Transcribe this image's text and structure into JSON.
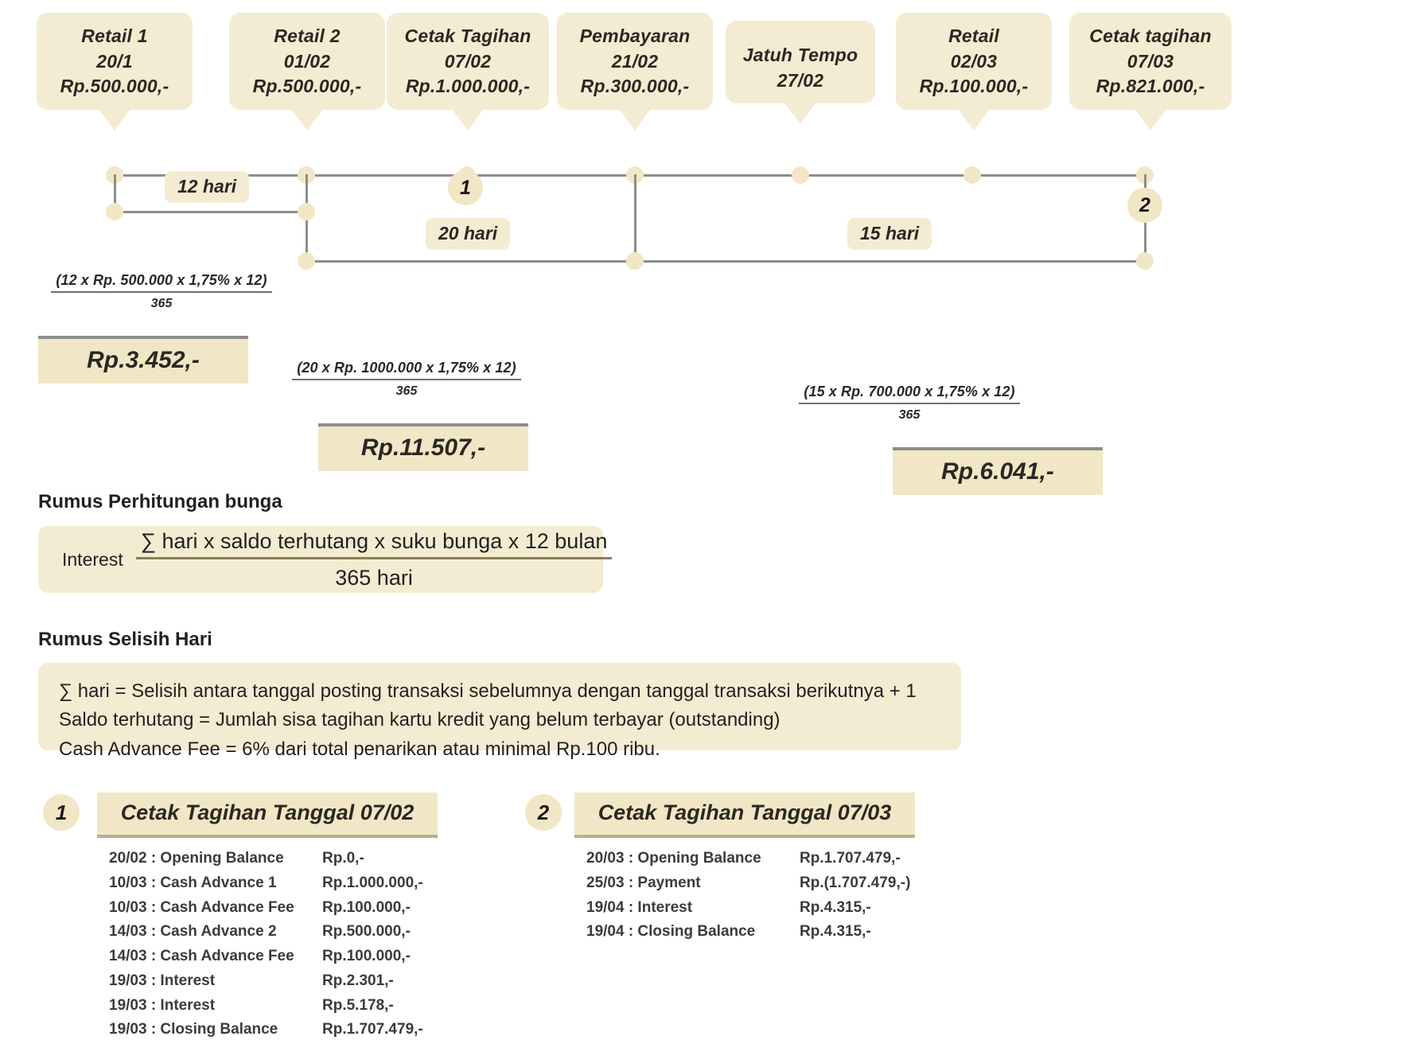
{
  "theme": {
    "bubble_bg": "#f3ecd2",
    "node_bg": "#f1e7c6",
    "line": "#8d8d8d",
    "text": "#231f20",
    "page_bg": "#ffffff"
  },
  "timeline": {
    "events": [
      {
        "title": "Retail 1",
        "date": "20/1",
        "amount": "Rp.500.000,-"
      },
      {
        "title": "Retail 2",
        "date": "01/02",
        "amount": "Rp.500.000,-"
      },
      {
        "title": "Cetak Tagihan",
        "date": "07/02",
        "amount": "Rp.1.000.000,-"
      },
      {
        "title": "Pembayaran",
        "date": "21/02",
        "amount": "Rp.300.000,-"
      },
      {
        "title": "Jatuh Tempo",
        "date": "27/02",
        "amount": ""
      },
      {
        "title": "Retail",
        "date": "02/03",
        "amount": "Rp.100.000,-"
      },
      {
        "title": "Cetak tagihan",
        "date": "07/03",
        "amount": "Rp.821.000,-"
      }
    ],
    "spans": [
      {
        "label": "12 hari"
      },
      {
        "label": "20 hari"
      },
      {
        "label": "15 hari"
      }
    ],
    "markers": [
      {
        "label": "1"
      },
      {
        "label": "2"
      }
    ]
  },
  "calculations": [
    {
      "numerator": "(12 x Rp. 500.000 x 1,75% x 12)",
      "denominator": "365",
      "result": "Rp.3.452,-"
    },
    {
      "numerator": "(20 x Rp. 1000.000 x 1,75% x 12)",
      "denominator": "365",
      "result": "Rp.11.507,-"
    },
    {
      "numerator": "(15 x Rp. 700.000 x 1,75% x 12)",
      "denominator": "365",
      "result": "Rp.6.041,-"
    }
  ],
  "interest_formula": {
    "heading": "Rumus Perhitungan bunga",
    "label": "Interest",
    "numerator": "∑ hari x saldo terhutang x suku bunga x 12 bulan",
    "denominator": "365 hari"
  },
  "day_difference": {
    "heading": "Rumus Selisih Hari",
    "lines": [
      "∑ hari = Selisih antara tanggal posting transaksi sebelumnya dengan tanggal transaksi berikutnya + 1",
      "Saldo terhutang = Jumlah sisa tagihan kartu kredit yang belum terbayar (outstanding)",
      "Cash Advance Fee = 6% dari total penarikan atau minimal Rp.100 ribu."
    ]
  },
  "statements": [
    {
      "badge": "1",
      "title": "Cetak Tagihan Tanggal 07/02",
      "rows": [
        {
          "label": "20/02 : Opening Balance",
          "value": "Rp.0,-"
        },
        {
          "label": "10/03 : Cash Advance 1",
          "value": "Rp.1.000.000,-"
        },
        {
          "label": "10/03 : Cash Advance Fee",
          "value": "Rp.100.000,-"
        },
        {
          "label": "14/03 : Cash Advance 2",
          "value": "Rp.500.000,-"
        },
        {
          "label": "14/03 : Cash Advance Fee",
          "value": "Rp.100.000,-"
        },
        {
          "label": "19/03 : Interest",
          "value": "Rp.2.301,-"
        },
        {
          "label": "19/03 : Interest",
          "value": "Rp.5.178,-"
        },
        {
          "label": "19/03 : Closing Balance",
          "value": "Rp.1.707.479,-"
        }
      ]
    },
    {
      "badge": "2",
      "title": "Cetak Tagihan Tanggal 07/03",
      "rows": [
        {
          "label": "20/03 : Opening Balance",
          "value": "Rp.1.707.479,-"
        },
        {
          "label": "25/03 : Payment",
          "value": "Rp.(1.707.479,-)"
        },
        {
          "label": "19/04 : Interest",
          "value": "Rp.4.315,-"
        },
        {
          "label": "19/04 : Closing Balance",
          "value": "Rp.4.315,-"
        }
      ]
    }
  ]
}
